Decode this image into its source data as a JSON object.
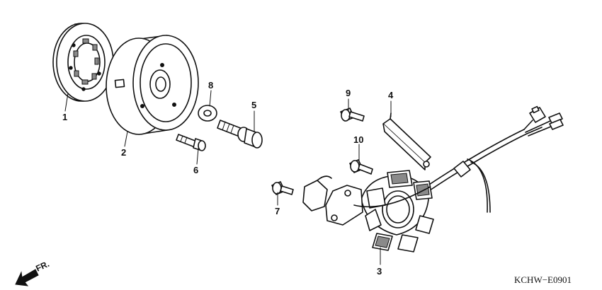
{
  "callouts": [
    {
      "id": "1",
      "label": "1"
    },
    {
      "id": "2",
      "label": "2"
    },
    {
      "id": "3",
      "label": "3"
    },
    {
      "id": "4",
      "label": "4"
    },
    {
      "id": "5",
      "label": "5"
    },
    {
      "id": "6",
      "label": "6"
    },
    {
      "id": "7",
      "label": "7"
    },
    {
      "id": "8",
      "label": "8"
    },
    {
      "id": "9",
      "label": "9"
    },
    {
      "id": "10",
      "label": "10"
    }
  ],
  "direction": {
    "label": "FR."
  },
  "diagram_code": "KCHW−E0901"
}
